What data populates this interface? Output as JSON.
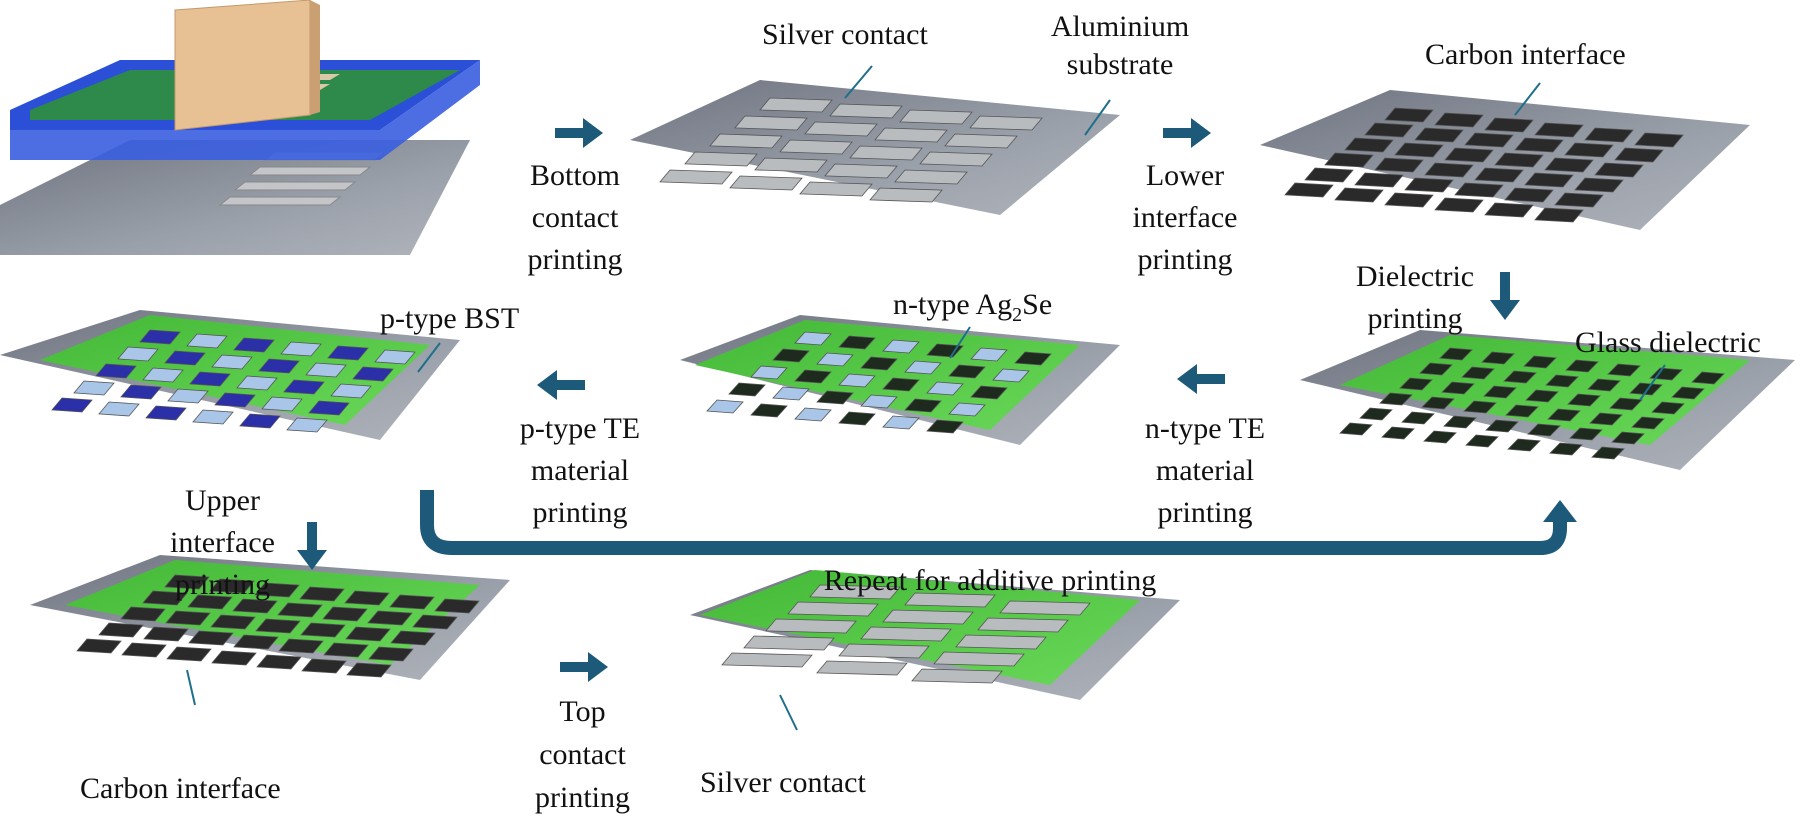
{
  "colors": {
    "substrate": "#8f949c",
    "silver": "#b9bcbf",
    "carbon": "#2a2a2a",
    "glass": "#55c846",
    "p_type": "#2b2fa8",
    "n_type": "#a9c6e8",
    "screen_frame": "#2b4fd6",
    "squeegee": "#e7c094",
    "arrow": "#1d5a7a",
    "leader": "#1f6f8b"
  },
  "steps": {
    "bottom_contact": [
      "Bottom",
      "contact",
      "printing"
    ],
    "lower_interface": [
      "Lower",
      "interface",
      "printing"
    ],
    "dielectric": [
      "Dielectric",
      "printing"
    ],
    "n_type": [
      "n-type TE",
      "material",
      "printing"
    ],
    "p_type": [
      "p-type TE",
      "material",
      "printing"
    ],
    "upper_interface": [
      "Upper",
      "interface",
      "printing"
    ],
    "top_contact": [
      "Top",
      "contact",
      "printing"
    ]
  },
  "callouts": {
    "silver_contact_top": "Silver contact",
    "aluminium_substrate": [
      "Aluminium",
      "substrate"
    ],
    "carbon_interface_top": "Carbon interface",
    "glass_dielectric": "Glass dielectric",
    "n_type_ag2se_prefix": "n-type Ag",
    "n_type_ag2se_sub": "2",
    "n_type_ag2se_suffix": "Se",
    "p_type_bst": "p-type BST",
    "carbon_interface_bottom": "Carbon interface",
    "silver_contact_bottom": "Silver contact"
  },
  "repeat_label": "Repeat for additive printing",
  "icons": {
    "process_arrow": "right-arrow-icon",
    "down_arrow": "down-arrow-icon",
    "left_arrow": "left-arrow-icon",
    "loop_arrow": "loop-arrow-icon"
  }
}
